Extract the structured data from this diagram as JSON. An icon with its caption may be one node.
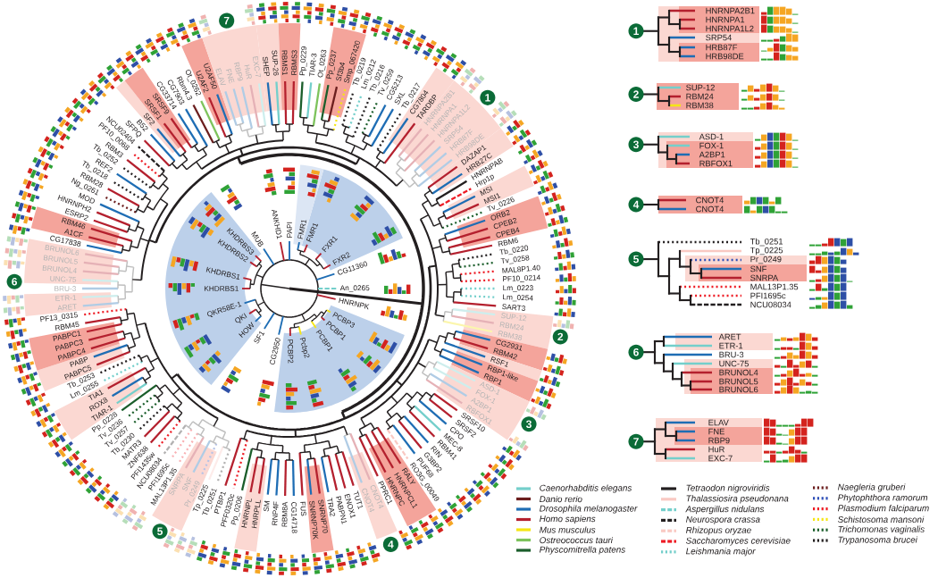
{
  "diagram": {
    "nodes": [
      {
        "text": [
          "1"
        ]
      },
      {
        "text": [
          "2"
        ]
      },
      {
        "text": [
          "3"
        ]
      },
      {
        "text": [
          "4"
        ]
      },
      {
        "text": [
          "5"
        ]
      },
      {
        "text": [
          "6"
        ]
      },
      {
        "text": [
          "7"
        ]
      },
      {
        "text": [
          "1"
        ]
      },
      {
        "text": [
          "2"
        ]
      },
      {
        "text": [
          "3"
        ]
      },
      {
        "text": [
          "4"
        ]
      },
      {
        "text": [
          "5"
        ]
      },
      {
        "text": [
          "6"
        ]
      },
      {
        "text": [
          "7"
        ]
      }
    ],
    "labels": [
      "BRU-3",
      "UNC-75",
      "BRUNOL4",
      "BRUNOL5",
      "BRUNOL6",
      "CG17838",
      "A1CF",
      "RBM46",
      "ESRP2",
      "HNRNPH2",
      "MOD",
      "Ng_0261",
      "RBM28",
      "Tb_0218",
      "REF2",
      "Tb_0252",
      "RBM3",
      "PF10_0068",
      "NCU02404",
      "SFPQ",
      "B52",
      "SF2",
      "SRSF1",
      "SRSF9",
      "CG33714",
      "CG7903",
      "Rbm4.3",
      "Ot_0262",
      "U2AF2",
      "U2AF50",
      "ELAV",
      "FNE",
      "RBP9",
      "HuR",
      "EXC-7",
      "SHEP",
      "SUP-26",
      "RBMS1",
      "RBMS3",
      "Pp_0229",
      "TIAR-3",
      "Ot_0263",
      "Pp_0237",
      "Sf3b4",
      "Smp_067420",
      "Tb_0219",
      "Lm_0212",
      "Tb_0216",
      "Tv_0259",
      "CG5213",
      "SXL",
      "Tb_0217",
      "CG7804",
      "TARDBP",
      "HNRNPA2B1",
      "HNRNPA1",
      "HNRNPA1L2",
      "SRP54",
      "HRB87F",
      "HRB98DE",
      "DAZAP1",
      "HRB27C",
      "HNRNPAB",
      "Hrp1p",
      "MSI",
      "MSI1",
      "Tv_0226",
      "ORB2",
      "CPEB2",
      "CPEB4",
      "RBM6",
      "Tb_0220",
      "Tv_0258",
      "MAL8P1.40",
      "PF10_0214",
      "Lm_0223",
      "Lm_0254",
      "SART3",
      "ETR-1",
      "ARET",
      "PF13_0315",
      "RBM45",
      "PABPC1",
      "PABPC3",
      "PABPC4",
      "PABP",
      "PABPC5",
      "Tb_0253",
      "Lm_0255",
      "TIA1",
      "ROX8",
      "TIAR-1",
      "Pp_0228",
      "Tv_0236",
      "Tv_0257",
      "Tb_0230",
      "MATR3",
      "ZNF638",
      "PFI1435w",
      "NCU08034",
      "PFI1695c",
      "MAL13P1.35",
      "SNRPA",
      "SNF",
      "Pr_0249",
      "Tp_0225",
      "Tb_0251",
      "PTBP1",
      "PFF0320c",
      "Pp_0206",
      "HNRNPL",
      "HNRPLL",
      "SM",
      "RNP4F",
      "RBM8A",
      "CG14718",
      "FUS",
      "SNRNP70K",
      "SNRNP70",
      "TRA2",
      "PABPN1",
      "ENOX1",
      "TUT1",
      "CNOT4",
      "CNOT4",
      "PPRC1",
      "HNRNPC",
      "HNRNPCL1",
      "RALY",
      "RO3G_00049",
      "PUF68",
      "G3BP2",
      "RIN",
      "RBM41",
      "MEC-8",
      "CPO",
      "SRSF2",
      "SRSF10",
      "RBFOX1",
      "A2BP1",
      "FOX-1",
      "ASD-1",
      "RBP1",
      "RBP1-like",
      "RSF1",
      "RBM42",
      "CG2931",
      "RBM38",
      "RBM24",
      "SUP-12",
      "KHDRBS1",
      "KHDRBS1",
      "KHDRBS2",
      "KHDRBS3",
      "MUB",
      "ANKHD1",
      "PAPI",
      "FMR1",
      "FMR1",
      "FXR1",
      "FXR2",
      "CG11360",
      "An_0265",
      "QKR58E-1",
      "QKI",
      "HOW",
      "SF1",
      "CG2950",
      "PCBP2",
      "Pcbp2",
      "PCBP1",
      "PCBP1",
      "PCBP3",
      "HNRNPK",
      "HNRNPA2B1",
      "HNRNPA1",
      "HNRNPA1L2",
      "SRP54",
      "HRB87F",
      "HRB98DE",
      "SUP-12",
      "RBM24",
      "RBM38",
      "ASD-1",
      "FOX-1",
      "A2BP1",
      "RBFOX1",
      "CNOT4",
      "CNOT4",
      "Tb_0251",
      "Tp_0225",
      "Pr_0249",
      "SNF",
      "SNRPA",
      "MAL13P1.35",
      "PFI1695c",
      "NCU08034",
      "ARET",
      "ETR-1",
      "BRU-3",
      "UNC-75",
      "BRUNOL4",
      "BRUNOL5",
      "BRUNOL6",
      "ELAV",
      "FNE",
      "RBP9",
      "HuR",
      "EXC-7"
    ],
    "legend": [
      {
        "text": "Caenorhabditis elegans",
        "color": "#74cfcb"
      },
      {
        "text": "Danio rerio",
        "color": "#6b1e1e"
      },
      {
        "text": "Drosophila melanogaster",
        "color": "#1e6db4"
      },
      {
        "text": "Homo sapiens",
        "color": "#b4202e"
      },
      {
        "text": "Mus musculus",
        "color": "#f5e614"
      },
      {
        "text": "Ostreococcus tauri",
        "color": "#7dc35c"
      },
      {
        "text": "Physcomitrella patens",
        "color": "#1b5e2b"
      },
      {
        "text": "Tetraodon nigroviridis",
        "color": "#231f20"
      },
      {
        "text": "Thalassiosira pseudonana",
        "color": "#f9c9c3"
      },
      {
        "text": "Aspergillus nidulans",
        "color": "#74cfcb"
      },
      {
        "text": "Neurospora crassa",
        "color": "#231f20"
      },
      {
        "text": "Rhizopus oryzae",
        "color": "#f9c9c3"
      },
      {
        "text": "Saccharomyces cerevisiae",
        "color": "#ee1c25"
      },
      {
        "text": "Leishmania major",
        "color": "#74cfcb"
      },
      {
        "text": "Naegleria gruberi",
        "color": "#6b1e1e"
      },
      {
        "text": "Phytophthora ramorum",
        "color": "#2f50b8"
      },
      {
        "text": "Plasmodium falciparum",
        "color": "#ee1c25"
      },
      {
        "text": "Schistosoma mansoni",
        "color": "#f5e614"
      },
      {
        "text": "Trichomonas vaginalis",
        "color": "#1b5e2b"
      },
      {
        "text": "Trypanosoma brucei",
        "color": "#231f20"
      }
    ]
  }
}
